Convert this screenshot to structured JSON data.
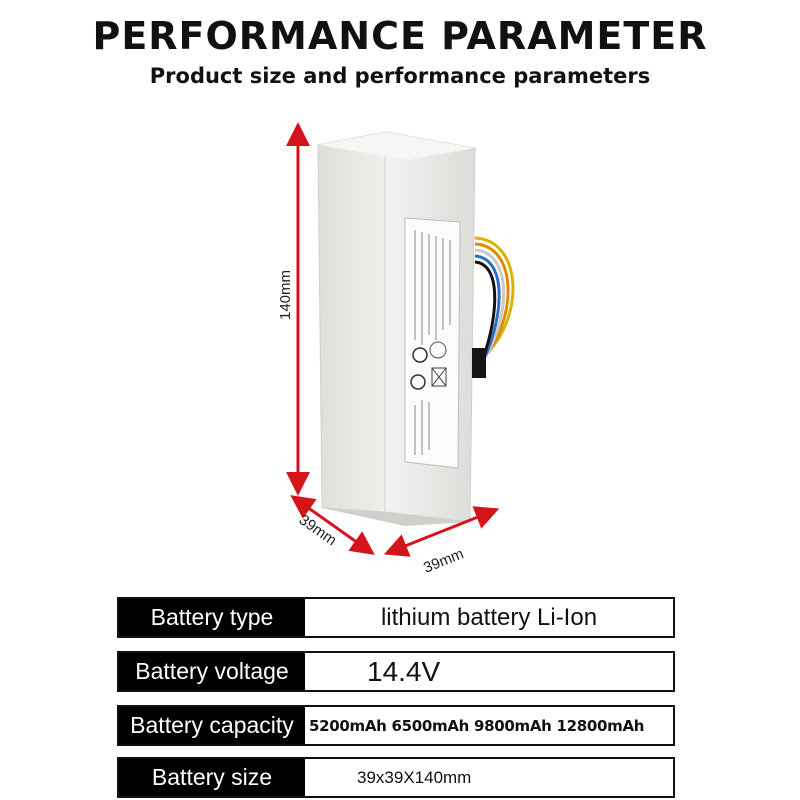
{
  "header": {
    "title": "PERFORMANCE PARAMETER",
    "subtitle": "Product size and performance parameters"
  },
  "dimensions": {
    "height": "140mm",
    "depth": "39mm",
    "width": "39mm"
  },
  "colors": {
    "arrow": "#d4141b",
    "label_bg": "#000000",
    "battery_body": "#e8e8e6"
  },
  "specs": [
    {
      "label": "Battery type",
      "value": "lithium battery Li-Ion"
    },
    {
      "label": "Battery voltage",
      "value": "14.4V"
    },
    {
      "label": "Battery capacity",
      "value": "5200mAh 6500mAh   9800mAh 12800mAh"
    },
    {
      "label": "Battery size",
      "value": "39x39X140mm"
    }
  ]
}
